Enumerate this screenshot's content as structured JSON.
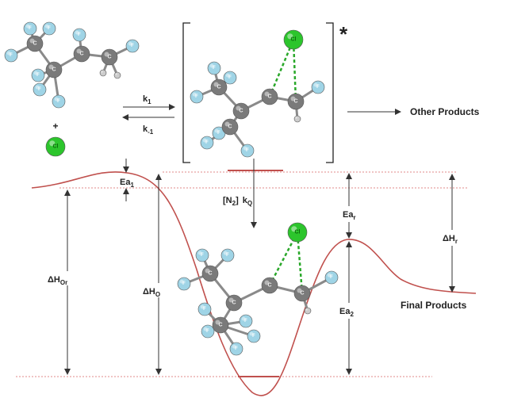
{
  "colors": {
    "curve": "#c0504d",
    "dotted": "#e08a8a",
    "arrow": "#333333",
    "fluorine": "#9fd4e6",
    "carbon": "#7a7a7a",
    "chlorine": "#2cc52c",
    "hydrogen": "#cccccc",
    "bond_cl": "#2aa82a"
  },
  "labels": {
    "k1": "k",
    "k1_sub": "1",
    "km1": "k",
    "km1_sub": "-1",
    "other_products": "Other Products",
    "asterisk": "*",
    "plus": "+",
    "n2": "[N",
    "n2_sub": "2",
    "n2_close": "]",
    "kq": "k",
    "kq_sub": "Q",
    "ea1": "Ea",
    "ea1_sub": "1",
    "ear": "Ea",
    "ear_sub": "r",
    "dhr": "ΔH",
    "dhr_sub": "r",
    "dhor": "ΔH",
    "dhor_sub": "Or",
    "dho": "ΔH",
    "dho_sub": "O",
    "ea2": "Ea",
    "ea2_sub": "2",
    "final_products": "Final Products"
  },
  "atoms": {
    "fluorine": "F",
    "carbon": "C",
    "chlorine": "Cl"
  },
  "icons": {
    "molecule": "ball-and-stick-molecule-icon",
    "arrow": "arrow-icon"
  }
}
